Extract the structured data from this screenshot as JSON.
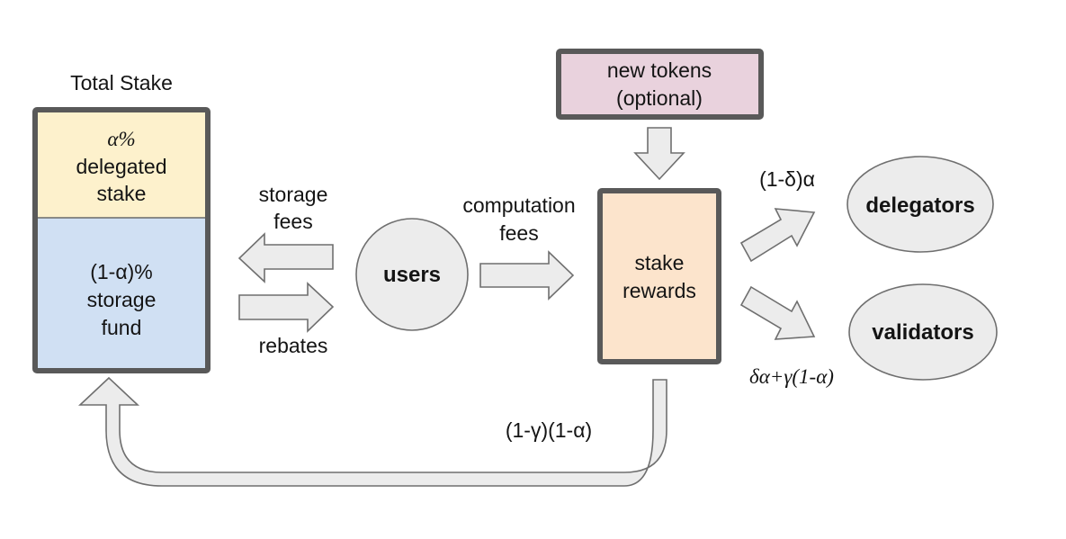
{
  "diagram": {
    "total_stake": {
      "title": "Total Stake",
      "delegated": {
        "line1": "α%",
        "line2": "delegated",
        "line3": "stake",
        "fill": "#fdf1cc"
      },
      "storage_fund": {
        "line1": "(1-α)%",
        "line2": "storage",
        "line3": "fund",
        "fill": "#d0e0f3"
      }
    },
    "users": {
      "label": "users"
    },
    "new_tokens": {
      "line1": "new tokens",
      "line2": "(optional)",
      "fill": "#e9d2dd"
    },
    "stake_rewards": {
      "line1": "stake",
      "line2": "rewards",
      "fill": "#fce4cc"
    },
    "delegators": {
      "label": "delegators"
    },
    "validators": {
      "label": "validators"
    },
    "flows": {
      "storage_fees": {
        "line1": "storage",
        "line2": "fees"
      },
      "rebates": {
        "label": "rebates"
      },
      "computation_fees": {
        "line1": "computation",
        "line2": "fees"
      },
      "to_delegators": {
        "label": "(1-δ)α"
      },
      "to_validators": {
        "label": "δα+γ(1-α)"
      },
      "to_storage_fund": {
        "label": "(1-γ)(1-α)"
      }
    },
    "colors": {
      "arrow_fill": "#ececec",
      "arrow_stroke": "#6f6f6f",
      "box_border": "#595959",
      "ellipse_fill": "#ececec"
    }
  }
}
